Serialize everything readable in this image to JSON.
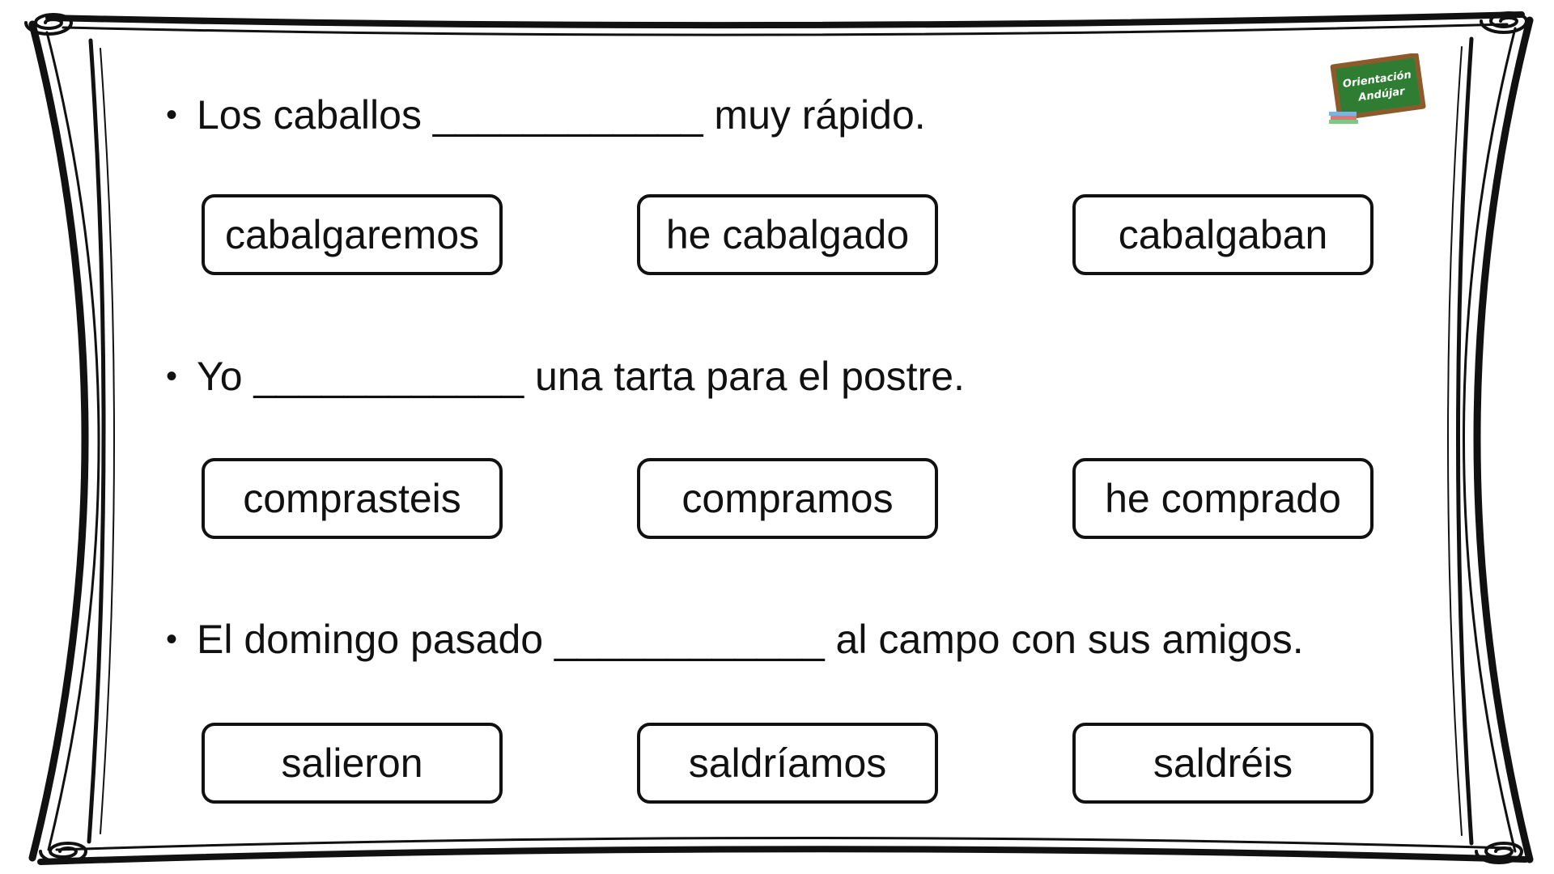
{
  "logo": {
    "line1": "Orientación",
    "line2": "Andújar",
    "board_color": "#2e7d32",
    "frame_color": "#8d5a2b"
  },
  "questions": [
    {
      "text": "Los caballos ____________ muy rápido.",
      "options": [
        "cabalgaremos",
        "he cabalgado",
        "cabalgaban"
      ]
    },
    {
      "text": "Yo ____________ una tarta para el postre.",
      "options": [
        "comprasteis",
        "compramos",
        "he comprado"
      ]
    },
    {
      "text": "El domingo pasado ____________ al campo con sus amigos.",
      "options": [
        "salieron",
        "saldríamos",
        "saldréis"
      ]
    }
  ],
  "bullet": "•"
}
